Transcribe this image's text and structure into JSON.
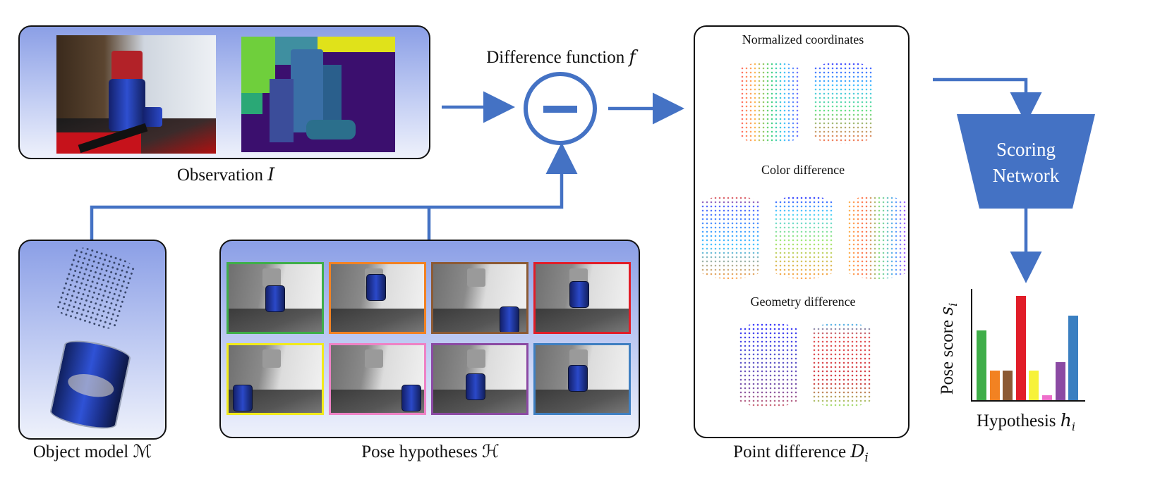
{
  "captions": {
    "observation": "Observation 𝐼",
    "object_model": "Object model ℳ",
    "pose_hypotheses": "Pose hypotheses ℋ",
    "difference_function": "Difference function 𝑓",
    "point_difference": "Point difference 𝐷",
    "point_difference_sub": "𝑖",
    "scoring_network": "Scoring Network",
    "normalized_coordinates": "Normalized coordinates",
    "color_difference": "Color difference",
    "geometry_difference": "Geometry difference",
    "pose_score": "Pose score 𝑠",
    "pose_score_sub": "𝑖",
    "hypothesis": "Hypothesis ℎ",
    "hypothesis_sub": "𝑖"
  },
  "colors": {
    "arrow": "#4472c4",
    "network": "#4472c4"
  },
  "hypotheses": [
    {
      "border": "#3fae49",
      "can": [
        52,
        30
      ]
    },
    {
      "border": "#f28222",
      "can": [
        50,
        14
      ]
    },
    {
      "border": "#8c5a34",
      "can": [
        94,
        60
      ]
    },
    {
      "border": "#e11d28",
      "can": [
        48,
        24
      ]
    },
    {
      "border": "#f1ea1c",
      "can": [
        6,
        56
      ]
    },
    {
      "border": "#ee82c5",
      "can": [
        100,
        56
      ]
    },
    {
      "border": "#8b4aa3",
      "can": [
        46,
        40
      ]
    },
    {
      "border": "#3f7fc1",
      "can": [
        46,
        28
      ]
    }
  ],
  "chart_data": {
    "type": "bar",
    "xlabel": "Hypothesis h_i",
    "ylabel": "Pose score s_i",
    "ylim": [
      0,
      1
    ],
    "values": [
      0.66,
      0.28,
      0.28,
      0.99,
      0.28,
      0.05,
      0.36,
      0.8
    ],
    "colors": [
      "#3fae49",
      "#f28222",
      "#8c5a34",
      "#e11d28",
      "#f7f23a",
      "#ee6fcb",
      "#8b4aa3",
      "#3a7fc1"
    ]
  }
}
